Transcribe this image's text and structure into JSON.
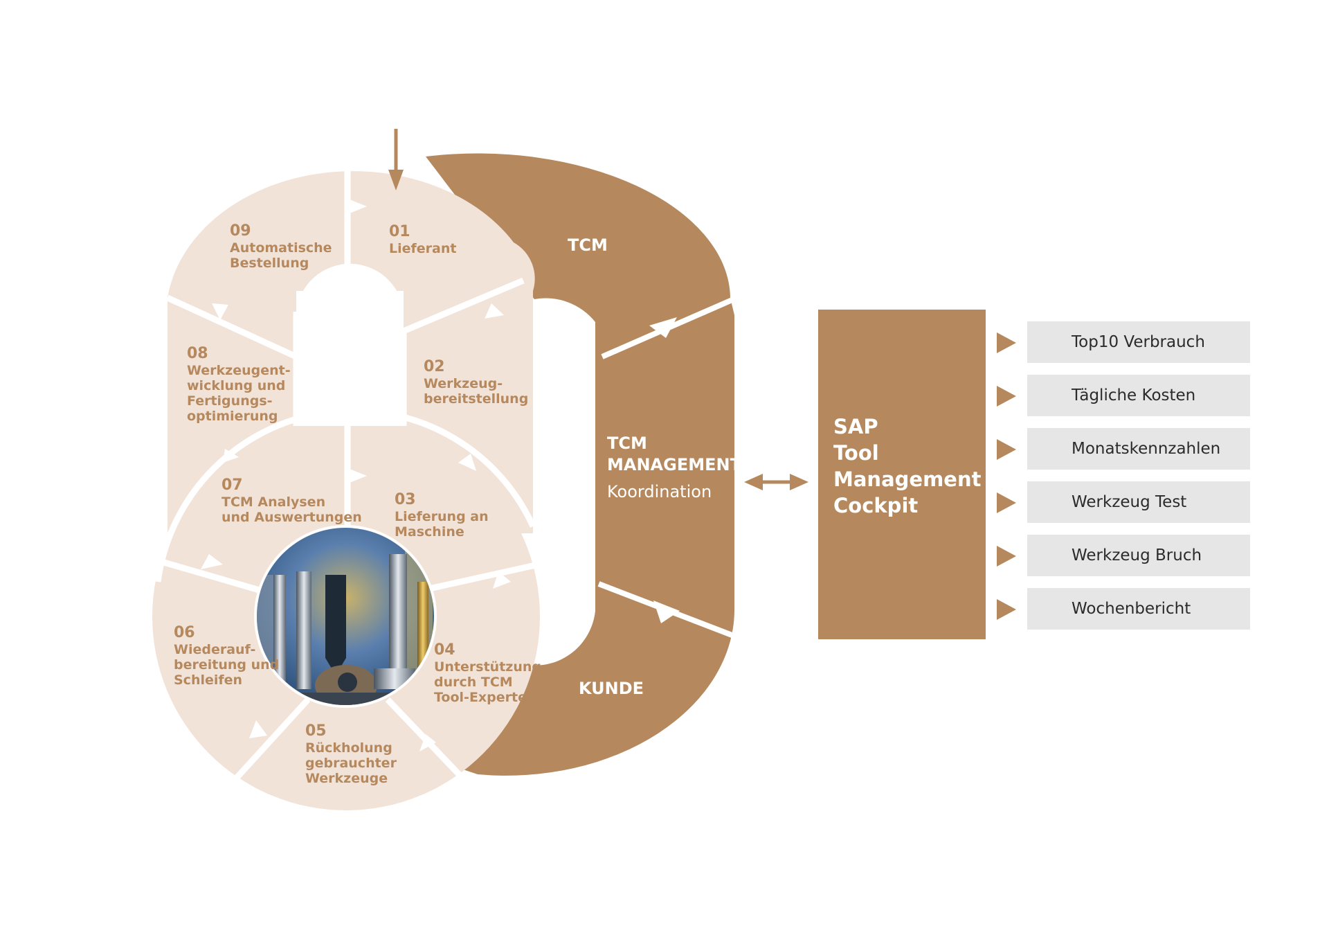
{
  "steps": [
    {
      "num": "01",
      "lines": [
        "Lieferant"
      ]
    },
    {
      "num": "02",
      "lines": [
        "Werkzeug-",
        "bereitstellung"
      ]
    },
    {
      "num": "03",
      "lines": [
        "Lieferung an",
        "Maschine"
      ]
    },
    {
      "num": "04",
      "lines": [
        "Unterstützung",
        "durch TCM",
        "Tool-Experte"
      ]
    },
    {
      "num": "05",
      "lines": [
        "Rückholung",
        "gebrauchter",
        "Werkzeuge"
      ]
    },
    {
      "num": "06",
      "lines": [
        "Wiederauf-",
        "bereitung und",
        "Schleifen"
      ]
    },
    {
      "num": "07",
      "lines": [
        "TCM Analysen",
        "und Auswertungen"
      ]
    },
    {
      "num": "08",
      "lines": [
        "Werkzeugent-",
        "wicklung und",
        "Fertigungs-",
        "optimierung"
      ]
    },
    {
      "num": "09",
      "lines": [
        "Automatische",
        "Bestellung"
      ]
    }
  ],
  "band": {
    "tcm": "TCM",
    "management": [
      "TCM",
      "MANAGEMENT"
    ],
    "koordination": "Koordination",
    "kunde": "KUNDE"
  },
  "sap": {
    "lines": [
      "SAP",
      "Tool",
      "Management",
      "Cockpit"
    ]
  },
  "reports": [
    "Top10 Verbrauch",
    "Tägliche Kosten",
    "Monatskennzahlen",
    "Werkzeug Test",
    "Werkzeug Bruch",
    "Wochenbericht"
  ],
  "colors": {
    "accent": "#b5885d",
    "light": "#f2e3d9",
    "report_bg": "#e6e6e6"
  }
}
